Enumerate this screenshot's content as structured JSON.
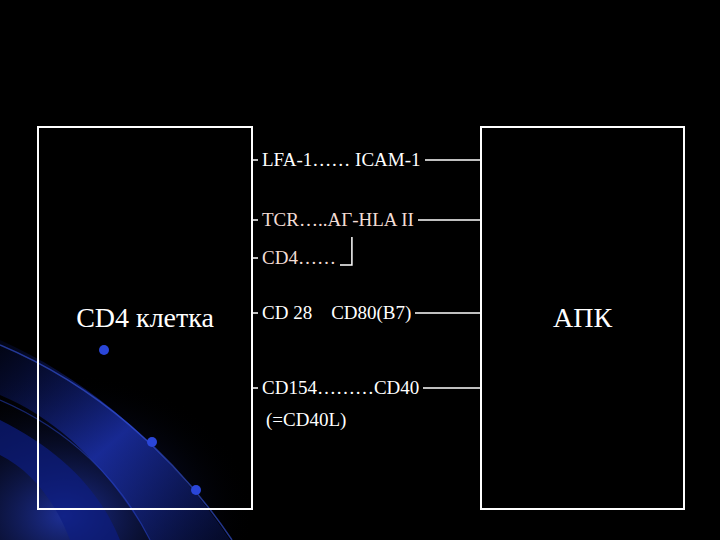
{
  "diagram": {
    "nodes": [
      {
        "text": [
          "CD4 клетка"
        ]
      },
      {
        "text": [
          "АПК"
        ]
      }
    ],
    "edges": [
      {
        "from": 0,
        "to": 1,
        "arrow": "none",
        "label": "LFA-1…… ICAM-1"
      },
      {
        "from": 0,
        "to": 1,
        "arrow": "none",
        "label": "TCR…..АГ-HLA II"
      },
      {
        "from": 0,
        "to": 1,
        "arrow": "none",
        "label": "CD 28    CD80(B7)"
      },
      {
        "from": 0,
        "to": 1,
        "arrow": "none",
        "label": "CD154………CD40"
      }
    ],
    "labels": [
      "CD4……",
      "(=CD40L)"
    ]
  }
}
